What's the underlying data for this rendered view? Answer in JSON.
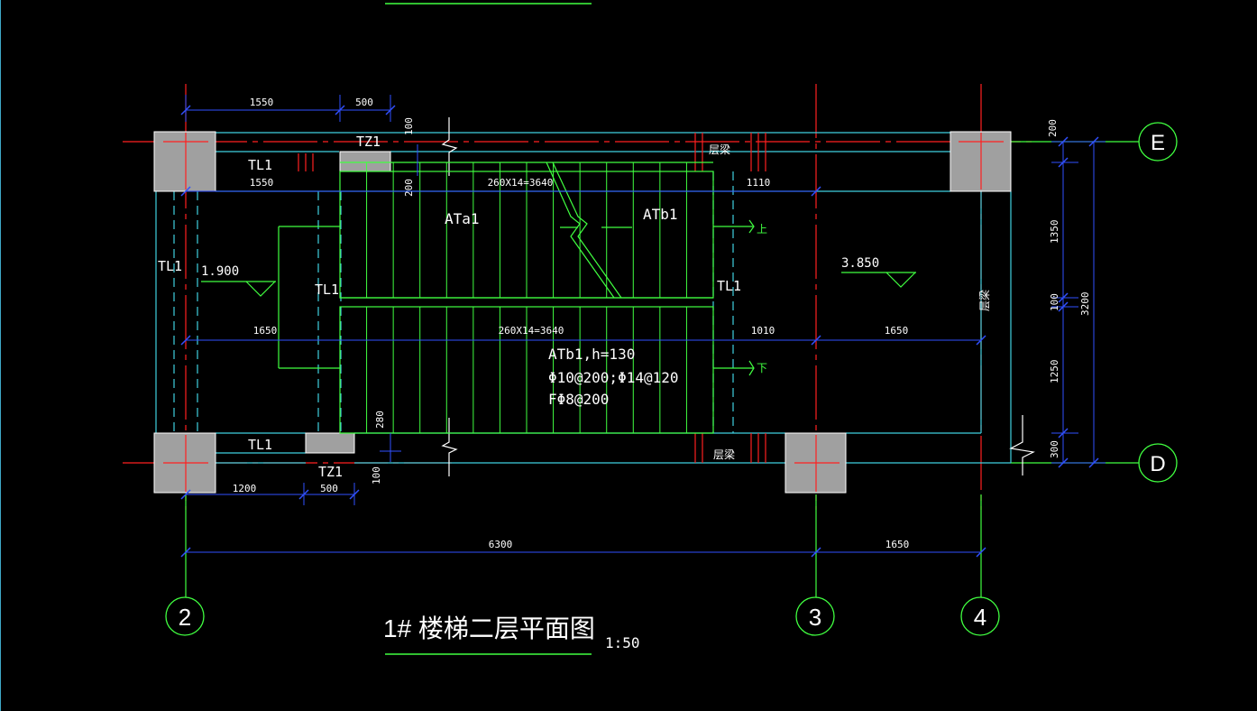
{
  "drawing": {
    "title": "1# 楼梯二层平面图",
    "scale": "1:50"
  },
  "grid_labels": {
    "e": "E",
    "d": "D",
    "g2": "2",
    "g3": "3",
    "g4": "4"
  },
  "members": {
    "tz1_top": "TZ1",
    "tz1_bottom": "TZ1",
    "tl1_top": "TL1",
    "tl1_bottom": "TL1",
    "tl1_left": "TL1",
    "tl1_mid_left": "TL1",
    "tl1_mid_right": "TL1",
    "floor_beam_top": "层梁",
    "floor_beam_bottom": "层梁",
    "floor_beam_right": "层梁",
    "ata1": "ATa1",
    "atb1": "ATb1",
    "up_mark": "上",
    "down_mark": "下"
  },
  "levels": {
    "left": "1.900",
    "right": "3.850"
  },
  "notes": {
    "line1": "ATb1,h=130",
    "line2": "Φ10@200;Φ14@120",
    "line3": "FΦ8@200"
  },
  "dimensions": {
    "top_1550": "1550",
    "top_500": "500",
    "top_100": "100",
    "top_200_vert": "200",
    "row2_1550": "1550",
    "flight_top": "260X14=3640",
    "top_1110": "1110",
    "mid_1650": "1650",
    "flight_bottom": "260X14=3640",
    "mid_1010": "1010",
    "mid_1650_right": "1650",
    "bot_280": "280",
    "bot_100": "100",
    "bot_1200": "1200",
    "bot_500": "500",
    "overall_6300": "6300",
    "overall_1650": "1650",
    "right_200": "200",
    "right_1350": "1350",
    "right_100": "100",
    "right_1250": "1250",
    "right_300": "300",
    "right_3200": "3200"
  },
  "colors": {
    "background": "#000000",
    "axis_red": "#ff2020",
    "wall_cyan": "#3fd0e0",
    "stair_green": "#40ff40",
    "dim_blue": "#3050ff",
    "text_white": "#ffffff",
    "column_gray": "#a0a0a0"
  }
}
